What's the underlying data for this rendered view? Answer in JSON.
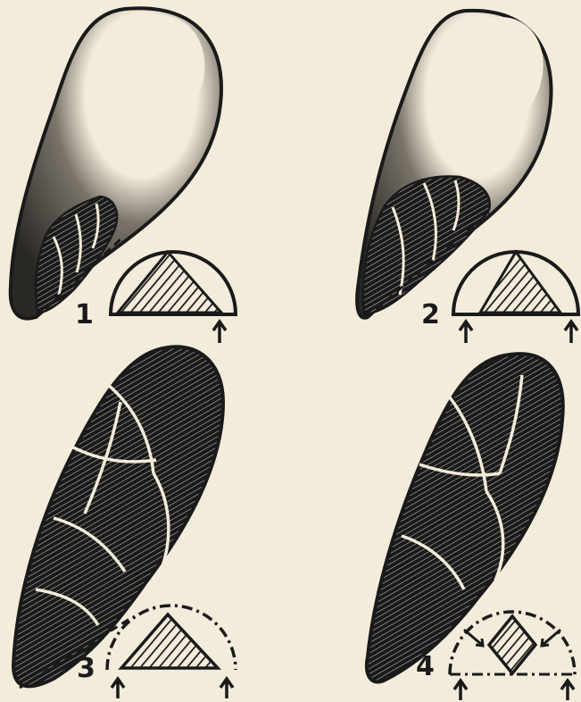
{
  "plate": {
    "figures": [
      {
        "number": "1"
      },
      {
        "number": "2"
      },
      {
        "number": "3"
      },
      {
        "number": "4"
      }
    ]
  },
  "colors": {
    "paper": "#f4ecdb",
    "ink": "#1a1a1a",
    "highlight": "#efe6d3"
  }
}
